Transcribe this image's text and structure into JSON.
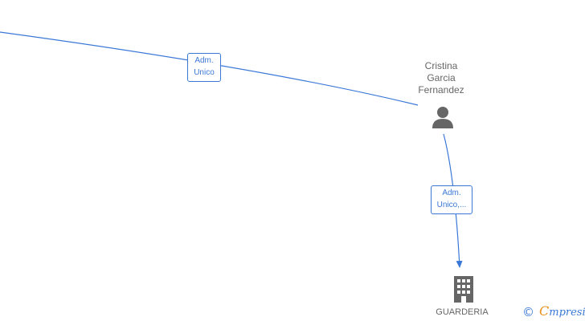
{
  "nodes": {
    "person": {
      "name_lines": [
        "Cristina",
        "Garcia",
        "Fernandez"
      ],
      "icon": "person-icon"
    },
    "company": {
      "name": "GUARDERIA",
      "icon": "building-icon"
    }
  },
  "edges": [
    {
      "label_lines": [
        "Adm.",
        "Unico"
      ]
    },
    {
      "label_lines": [
        "Adm.",
        "Unico,..."
      ]
    }
  ],
  "branding": {
    "copyright_symbol": "©",
    "name_initial": "C",
    "name_rest": "mpresia"
  },
  "colors": {
    "edge": "#3a78d8",
    "node_icon": "#666666",
    "brand_accent": "#e8911c"
  }
}
